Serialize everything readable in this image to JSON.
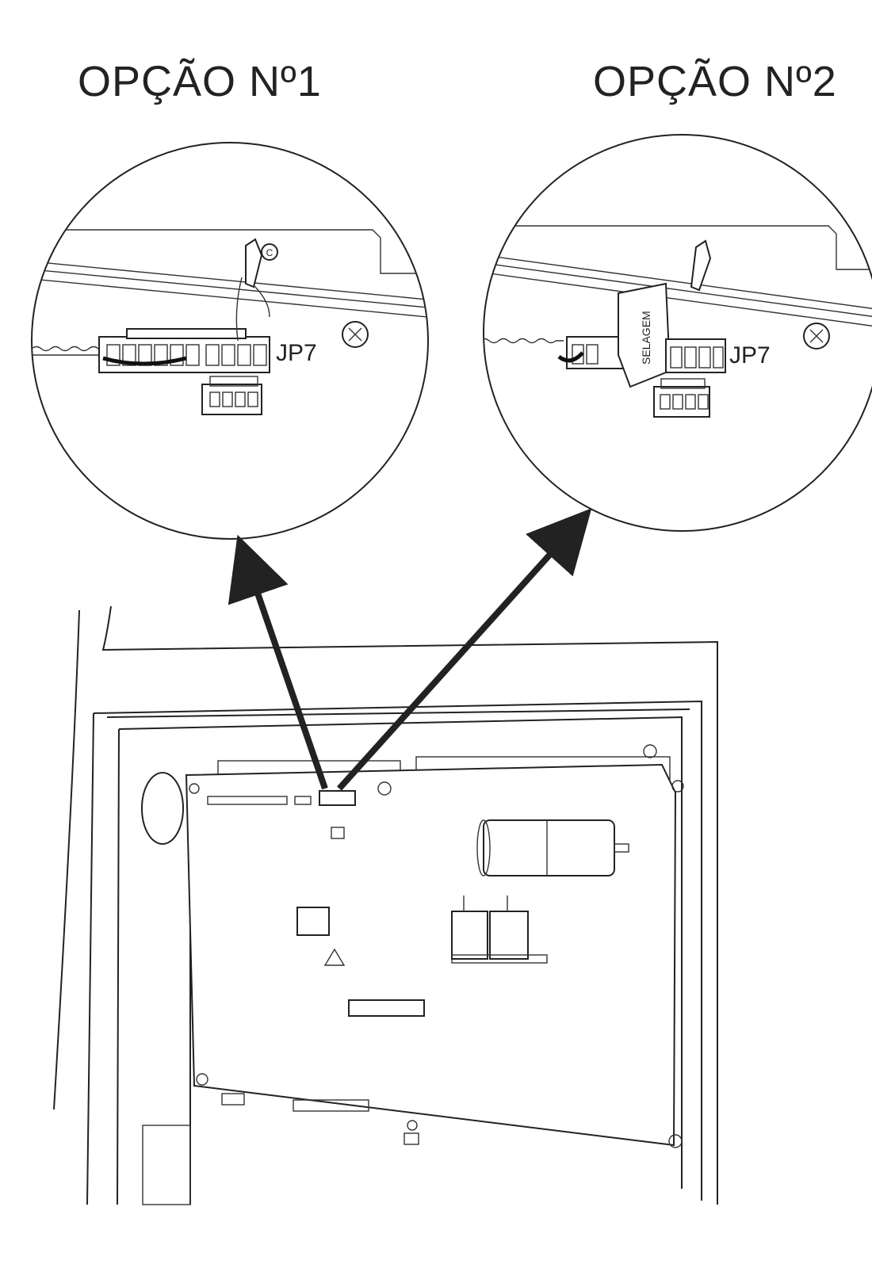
{
  "options": [
    {
      "title": "OPÇÃO Nº1",
      "connector_label": "JP7",
      "jumper_label": "C"
    },
    {
      "title": "OPÇÃO Nº2",
      "connector_label": "JP7",
      "seal_label": "SELAGEM"
    }
  ],
  "colors": {
    "line": "#222222",
    "background": "#ffffff"
  }
}
